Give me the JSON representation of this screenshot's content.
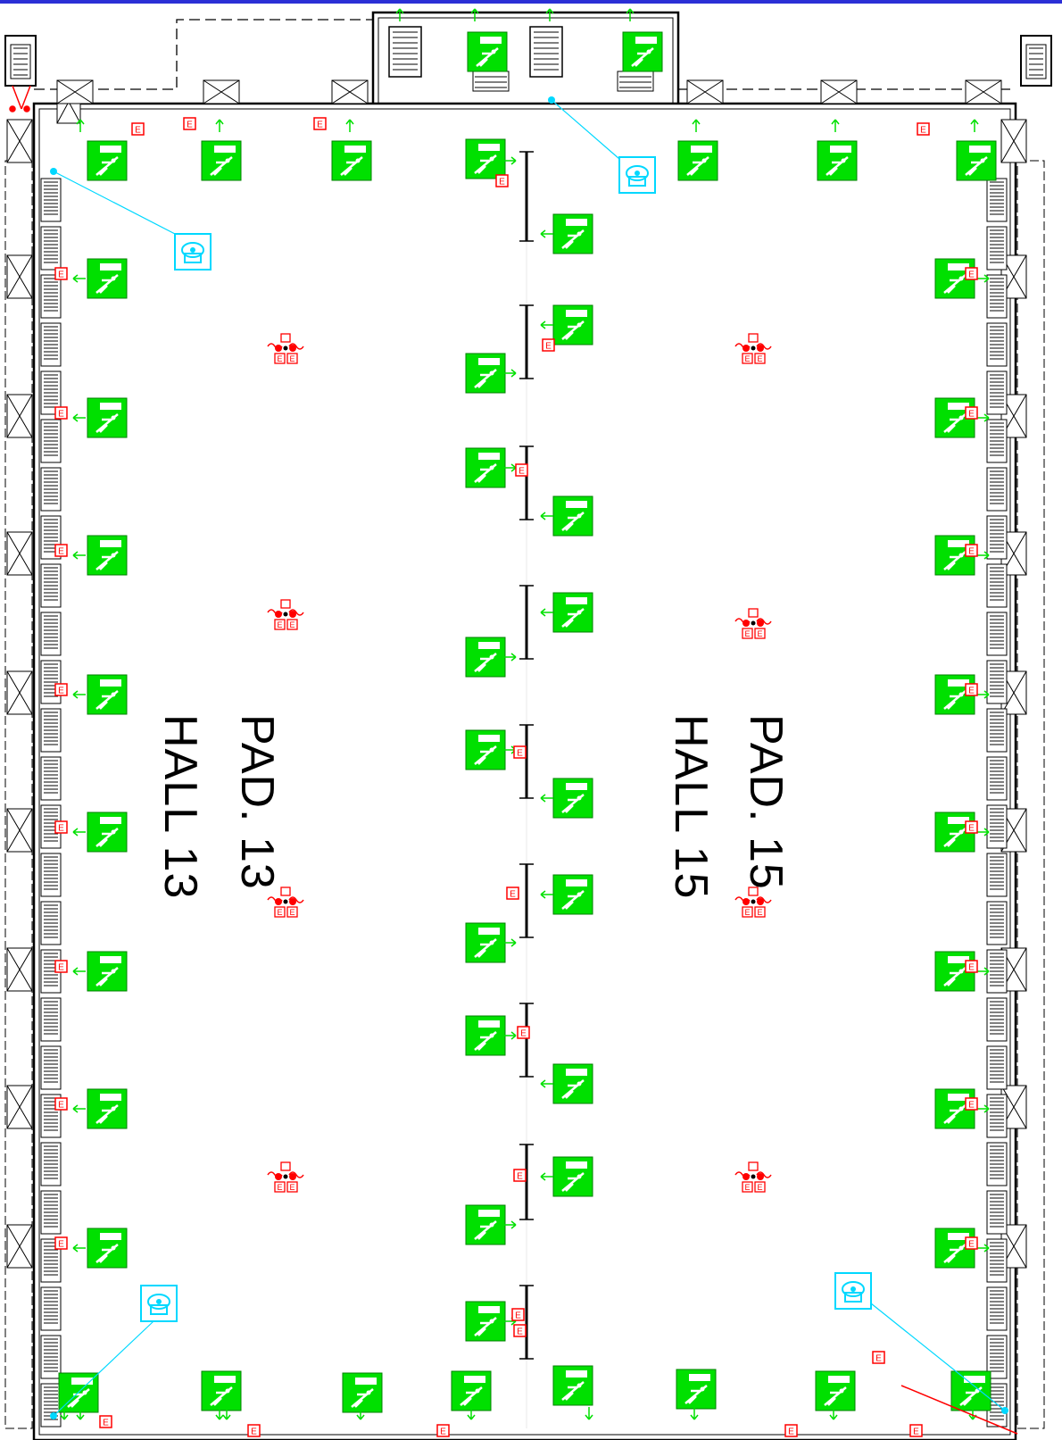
{
  "halls": [
    {
      "pad_label": "PAD. 13",
      "hall_label": "HALL 13"
    },
    {
      "pad_label": "PAD. 15",
      "hall_label": "HALL 15"
    }
  ],
  "symbols": {
    "exit_sign": {
      "icon": "emergency-exit-sign-icon",
      "color": "#00e000"
    },
    "fire_extinguisher": {
      "icon": "fire-extinguisher-icon",
      "letter": "E",
      "color": "#ff0000"
    },
    "fire_alarm": {
      "icon": "fire-alarm-icon",
      "color": "#ff0000"
    },
    "emergency_phone": {
      "icon": "emergency-phone-icon",
      "color": "#00d8ff"
    }
  },
  "colors": {
    "walls": "#000000",
    "top_border": "#2b2fd6"
  }
}
